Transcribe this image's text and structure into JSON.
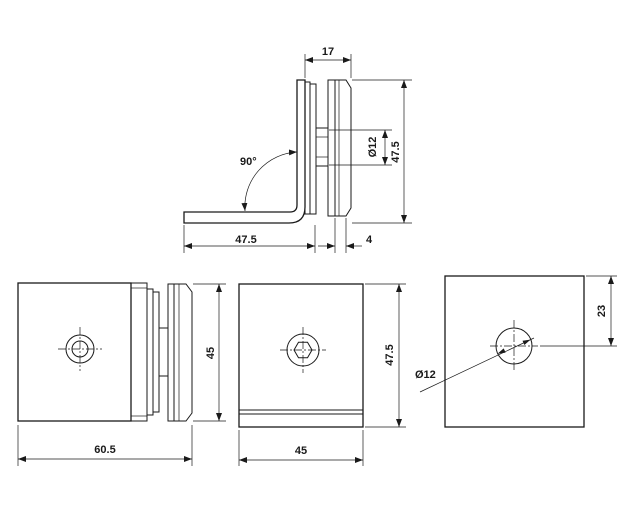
{
  "labels": {
    "dim_17": "17",
    "dim_d12_side": "Ø12",
    "dim_47_5_right": "47.5",
    "angle_90": "90°",
    "dim_47_5_bottom": "47.5",
    "dim_4": "4",
    "dim_45_height": "45",
    "dim_60_5": "60.5",
    "dim_47_5_front": "47.5",
    "dim_45_width": "45",
    "dim_23": "23",
    "dim_d12_plate": "Ø12"
  },
  "colors": {
    "line": "#1a1a1a",
    "background": "#ffffff"
  }
}
